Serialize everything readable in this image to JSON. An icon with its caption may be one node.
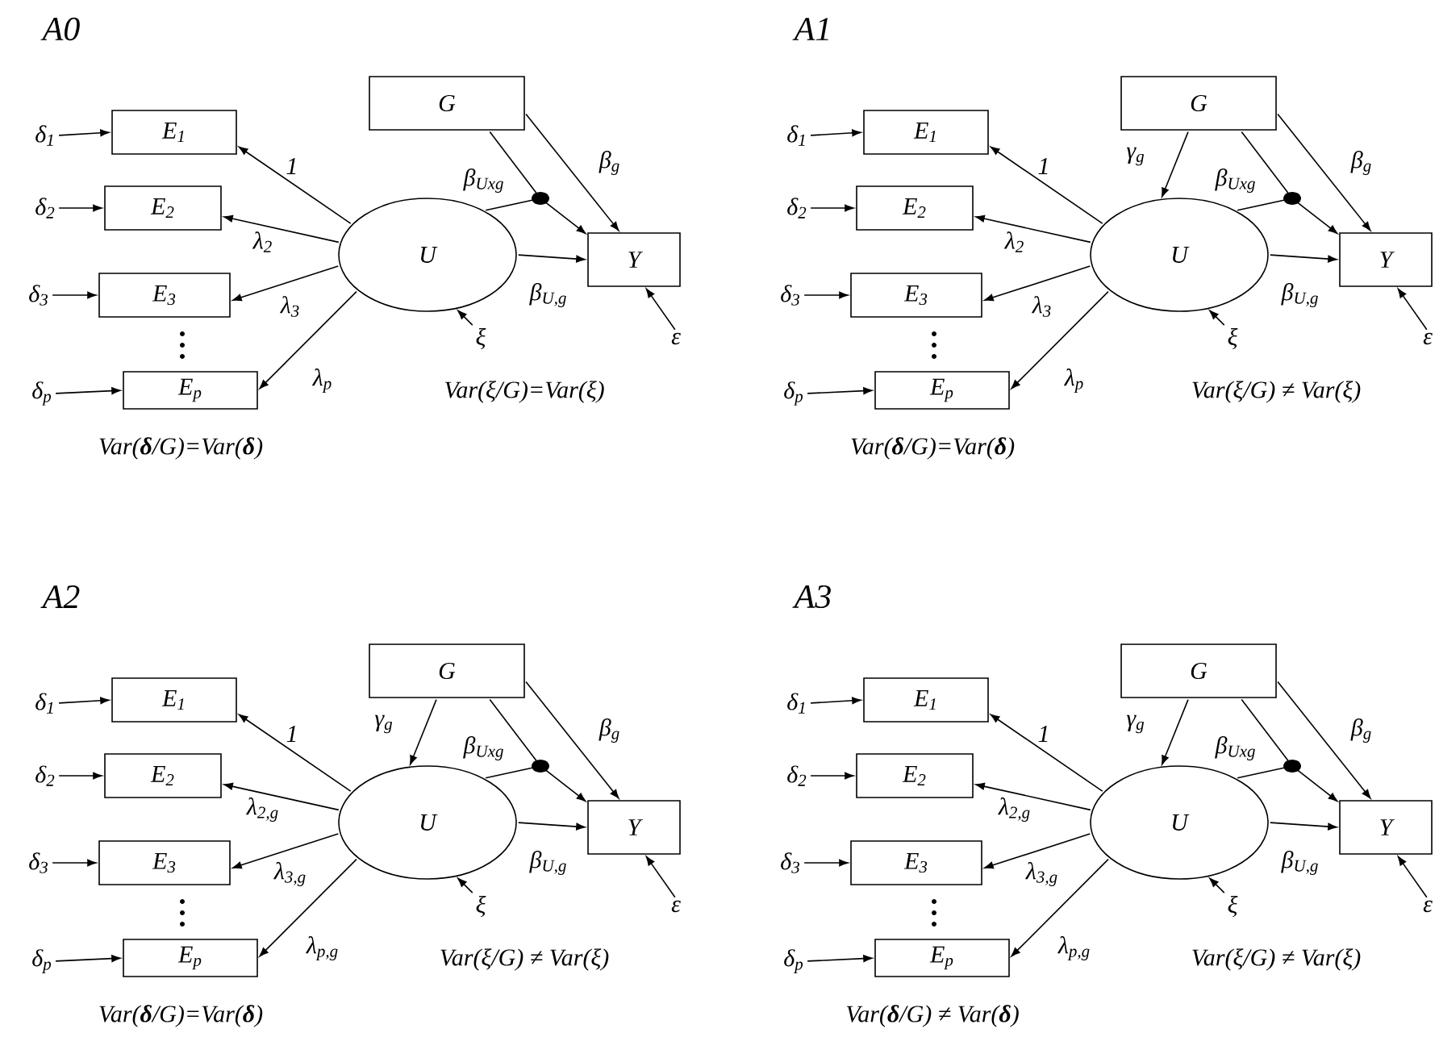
{
  "diagram": {
    "nodes": [
      {
        "text": [
          "G"
        ]
      },
      {
        "text": [
          "E$_{1}$"
        ]
      },
      {
        "text": [
          "E$_{2}$"
        ]
      },
      {
        "text": [
          "E$_{3}$"
        ]
      },
      {
        "text": [
          "E$_{p}$"
        ]
      },
      {
        "text": [
          "U"
        ]
      },
      {
        "text": [
          "Y"
        ]
      },
      {
        "text": [],
        "shape": "circle"
      },
      {
        "text": [
          "δ$_{1}$"
        ]
      },
      {
        "text": [
          "δ$_{2}$"
        ]
      },
      {
        "text": [
          "δ$_{3}$"
        ]
      },
      {
        "text": [
          "δ$_{p}$"
        ]
      },
      {
        "text": [
          "ξ"
        ]
      },
      {
        "text": [
          "ε"
        ]
      },
      {
        "text": [
          "G"
        ]
      },
      {
        "text": [
          "E$_{1}$"
        ]
      },
      {
        "text": [
          "E$_{2}$"
        ]
      },
      {
        "text": [
          "E$_{3}$"
        ]
      },
      {
        "text": [
          "E$_{p}$"
        ]
      },
      {
        "text": [
          "U"
        ]
      },
      {
        "text": [
          "Y"
        ]
      },
      {
        "text": [],
        "shape": "circle"
      },
      {
        "text": [
          "δ$_{1}$"
        ]
      },
      {
        "text": [
          "δ$_{2}$"
        ]
      },
      {
        "text": [
          "δ$_{3}$"
        ]
      },
      {
        "text": [
          "δ$_{p}$"
        ]
      },
      {
        "text": [
          "ξ"
        ]
      },
      {
        "text": [
          "ε"
        ]
      },
      {
        "text": [
          "G"
        ]
      },
      {
        "text": [
          "E$_{1}$"
        ]
      },
      {
        "text": [
          "E$_{2}$"
        ]
      },
      {
        "text": [
          "E$_{3}$"
        ]
      },
      {
        "text": [
          "E$_{p}$"
        ]
      },
      {
        "text": [
          "U"
        ]
      },
      {
        "text": [
          "Y"
        ]
      },
      {
        "text": [],
        "shape": "circle"
      },
      {
        "text": [
          "δ$_{1}$"
        ]
      },
      {
        "text": [
          "δ$_{2}$"
        ]
      },
      {
        "text": [
          "δ$_{3}$"
        ]
      },
      {
        "text": [
          "δ$_{p}$"
        ]
      },
      {
        "text": [
          "ξ"
        ]
      },
      {
        "text": [
          "ε"
        ]
      },
      {
        "text": [
          "G"
        ]
      },
      {
        "text": [
          "E$_{1}$"
        ]
      },
      {
        "text": [
          "E$_{2}$"
        ]
      },
      {
        "text": [
          "E$_{3}$"
        ]
      },
      {
        "text": [
          "E$_{p}$"
        ]
      },
      {
        "text": [
          "U"
        ]
      },
      {
        "text": [
          "Y"
        ]
      },
      {
        "text": [],
        "shape": "circle"
      },
      {
        "text": [
          "δ$_{1}$"
        ]
      },
      {
        "text": [
          "δ$_{2}$"
        ]
      },
      {
        "text": [
          "δ$_{3}$"
        ]
      },
      {
        "text": [
          "δ$_{p}$"
        ]
      },
      {
        "text": [
          "ξ"
        ]
      },
      {
        "text": [
          "ε"
        ]
      }
    ],
    "edges": [
      {
        "from": 8,
        "to": 1,
        "arrow": "to"
      },
      {
        "from": 9,
        "to": 2,
        "arrow": "to"
      },
      {
        "from": 10,
        "to": 3,
        "arrow": "to"
      },
      {
        "from": 11,
        "to": 4,
        "arrow": "to"
      },
      {
        "from": 5,
        "to": 1,
        "arrow": "to",
        "label": "1"
      },
      {
        "from": 5,
        "to": 2,
        "arrow": "to",
        "label": "λ$_{2}$"
      },
      {
        "from": 5,
        "to": 3,
        "arrow": "to",
        "label": "λ$_{3}$"
      },
      {
        "from": 5,
        "to": 4,
        "arrow": "to",
        "label": "λ$_{p}$"
      },
      {
        "from": 0,
        "to": 7,
        "arrow": "none",
        "label": "β$_{Uxg}$"
      },
      {
        "from": 5,
        "to": 7,
        "arrow": "none"
      },
      {
        "from": 7,
        "to": 6,
        "arrow": "to"
      },
      {
        "from": 0,
        "to": 6,
        "arrow": "to",
        "label": "β$_{g}$"
      },
      {
        "from": 5,
        "to": 6,
        "arrow": "to",
        "label": "β$_{U,g}$"
      },
      {
        "from": 12,
        "to": 5,
        "arrow": "to"
      },
      {
        "from": 13,
        "to": 6,
        "arrow": "to"
      },
      {
        "from": 22,
        "to": 15,
        "arrow": "to"
      },
      {
        "from": 23,
        "to": 16,
        "arrow": "to"
      },
      {
        "from": 24,
        "to": 17,
        "arrow": "to"
      },
      {
        "from": 25,
        "to": 18,
        "arrow": "to"
      },
      {
        "from": 19,
        "to": 15,
        "arrow": "to",
        "label": "1"
      },
      {
        "from": 19,
        "to": 16,
        "arrow": "to",
        "label": "λ$_{2}$"
      },
      {
        "from": 19,
        "to": 17,
        "arrow": "to",
        "label": "λ$_{3}$"
      },
      {
        "from": 19,
        "to": 18,
        "arrow": "to",
        "label": "λ$_{p}$"
      },
      {
        "from": 14,
        "to": 19,
        "arrow": "to",
        "label": "γ$_{g}$"
      },
      {
        "from": 14,
        "to": 21,
        "arrow": "none",
        "label": "β$_{Uxg}$"
      },
      {
        "from": 19,
        "to": 21,
        "arrow": "none"
      },
      {
        "from": 21,
        "to": 20,
        "arrow": "to"
      },
      {
        "from": 14,
        "to": 20,
        "arrow": "to",
        "label": "β$_{g}$"
      },
      {
        "from": 19,
        "to": 20,
        "arrow": "to",
        "label": "β$_{U,g}$"
      },
      {
        "from": 26,
        "to": 19,
        "arrow": "to"
      },
      {
        "from": 27,
        "to": 20,
        "arrow": "to"
      },
      {
        "from": 36,
        "to": 29,
        "arrow": "to"
      },
      {
        "from": 37,
        "to": 30,
        "arrow": "to"
      },
      {
        "from": 38,
        "to": 31,
        "arrow": "to"
      },
      {
        "from": 39,
        "to": 32,
        "arrow": "to"
      },
      {
        "from": 33,
        "to": 29,
        "arrow": "to",
        "label": "1"
      },
      {
        "from": 33,
        "to": 30,
        "arrow": "to",
        "label": "λ$_{2,g}$"
      },
      {
        "from": 33,
        "to": 31,
        "arrow": "to",
        "label": "λ$_{3,g}$"
      },
      {
        "from": 33,
        "to": 32,
        "arrow": "to",
        "label": "λ$_{p,g}$"
      },
      {
        "from": 28,
        "to": 33,
        "arrow": "to",
        "label": "γ$_{g}$"
      },
      {
        "from": 28,
        "to": 35,
        "arrow": "none",
        "label": "β$_{Uxg}$"
      },
      {
        "from": 33,
        "to": 35,
        "arrow": "none"
      },
      {
        "from": 35,
        "to": 34,
        "arrow": "to"
      },
      {
        "from": 28,
        "to": 34,
        "arrow": "to",
        "label": "β$_{g}$"
      },
      {
        "from": 33,
        "to": 34,
        "arrow": "to",
        "label": "β$_{U,g}$"
      },
      {
        "from": 40,
        "to": 33,
        "arrow": "to"
      },
      {
        "from": 41,
        "to": 34,
        "arrow": "to"
      },
      {
        "from": 50,
        "to": 43,
        "arrow": "to"
      },
      {
        "from": 51,
        "to": 44,
        "arrow": "to"
      },
      {
        "from": 52,
        "to": 45,
        "arrow": "to"
      },
      {
        "from": 53,
        "to": 46,
        "arrow": "to"
      },
      {
        "from": 47,
        "to": 43,
        "arrow": "to",
        "label": "1"
      },
      {
        "from": 47,
        "to": 44,
        "arrow": "to",
        "label": "λ$_{2,g}$"
      },
      {
        "from": 47,
        "to": 45,
        "arrow": "to",
        "label": "λ$_{3,g}$"
      },
      {
        "from": 47,
        "to": 46,
        "arrow": "to",
        "label": "λ$_{p,g}$"
      },
      {
        "from": 42,
        "to": 47,
        "arrow": "to",
        "label": "γ$_{g}$"
      },
      {
        "from": 42,
        "to": 49,
        "arrow": "none",
        "label": "β$_{Uxg}$"
      },
      {
        "from": 47,
        "to": 49,
        "arrow": "none"
      },
      {
        "from": 49,
        "to": 48,
        "arrow": "to"
      },
      {
        "from": 42,
        "to": 48,
        "arrow": "to",
        "label": "β$_{g}$"
      },
      {
        "from": 47,
        "to": 48,
        "arrow": "to",
        "label": "β$_{U,g}$"
      },
      {
        "from": 54,
        "to": 47,
        "arrow": "to"
      },
      {
        "from": 55,
        "to": 48,
        "arrow": "to"
      }
    ],
    "labels": [
      "A0",
      "Var(**δ**/G)=Var(**δ**)",
      "Var(ξ/G)=Var(ξ)",
      "A1",
      "Var(**δ**/G)=Var(**δ**)",
      "Var(ξ/G) ≠ Var(ξ)",
      "A2",
      "Var(**δ**/G)=Var(**δ**)",
      "Var(ξ/G) ≠ Var(ξ)",
      "A3",
      "Var(**δ**/G) ≠ Var(**δ**)",
      "Var(ξ/G) ≠ Var(ξ)"
    ]
  }
}
